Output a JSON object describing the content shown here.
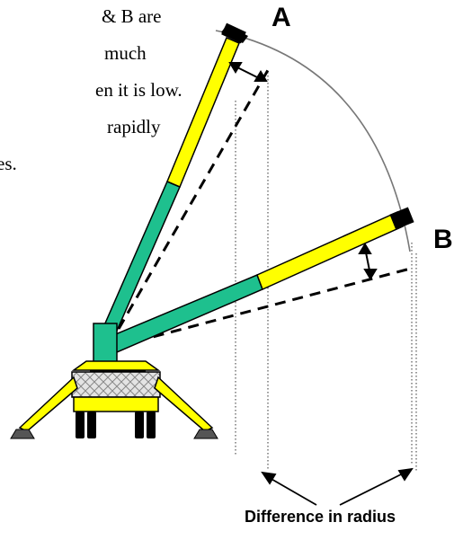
{
  "text_lines": [
    "& B are",
    "much",
    "en it is low.",
    "rapidly",
    "es."
  ],
  "labels": {
    "a": "A",
    "b": "B"
  },
  "caption": "Difference in radius",
  "colors": {
    "boom_yellow": "#ffff00",
    "boom_green": "#1ec08e",
    "boom_head": "#000000",
    "cab_pattern": "#dcdcdc"
  }
}
